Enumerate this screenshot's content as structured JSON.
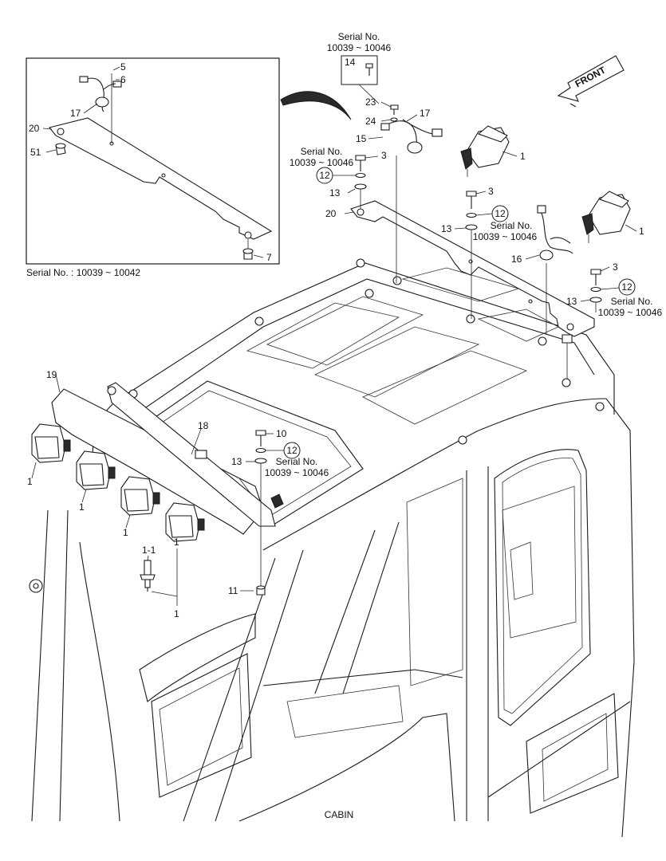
{
  "title": "CABIN",
  "front_label": "FRONT",
  "inset_caption": "Serial No. : 10039 ~ 10042",
  "serial_box": {
    "line1": "Serial No.",
    "line2": "10039 ~ 10046",
    "part": "14"
  },
  "serial_notes": [
    {
      "line1": "Serial No.",
      "line2": "10039 ~ 10046"
    },
    {
      "line1": "Serial No.",
      "line2": "10039 ~ 10046"
    },
    {
      "line1": "Serial No.",
      "line2": "10039 ~ 10046"
    },
    {
      "line1": "Serial No.",
      "line2": "10039 ~ 10046"
    }
  ],
  "callouts": [
    "5",
    "6",
    "17",
    "20",
    "51",
    "7",
    "23",
    "24",
    "17",
    "15",
    "1",
    "3",
    "12",
    "13",
    "20",
    "3",
    "12",
    "13",
    "16",
    "1",
    "3",
    "12",
    "13",
    "19",
    "18",
    "10",
    "12",
    "13",
    "1",
    "1",
    "1",
    "1",
    "1-1",
    "1",
    "11"
  ]
}
